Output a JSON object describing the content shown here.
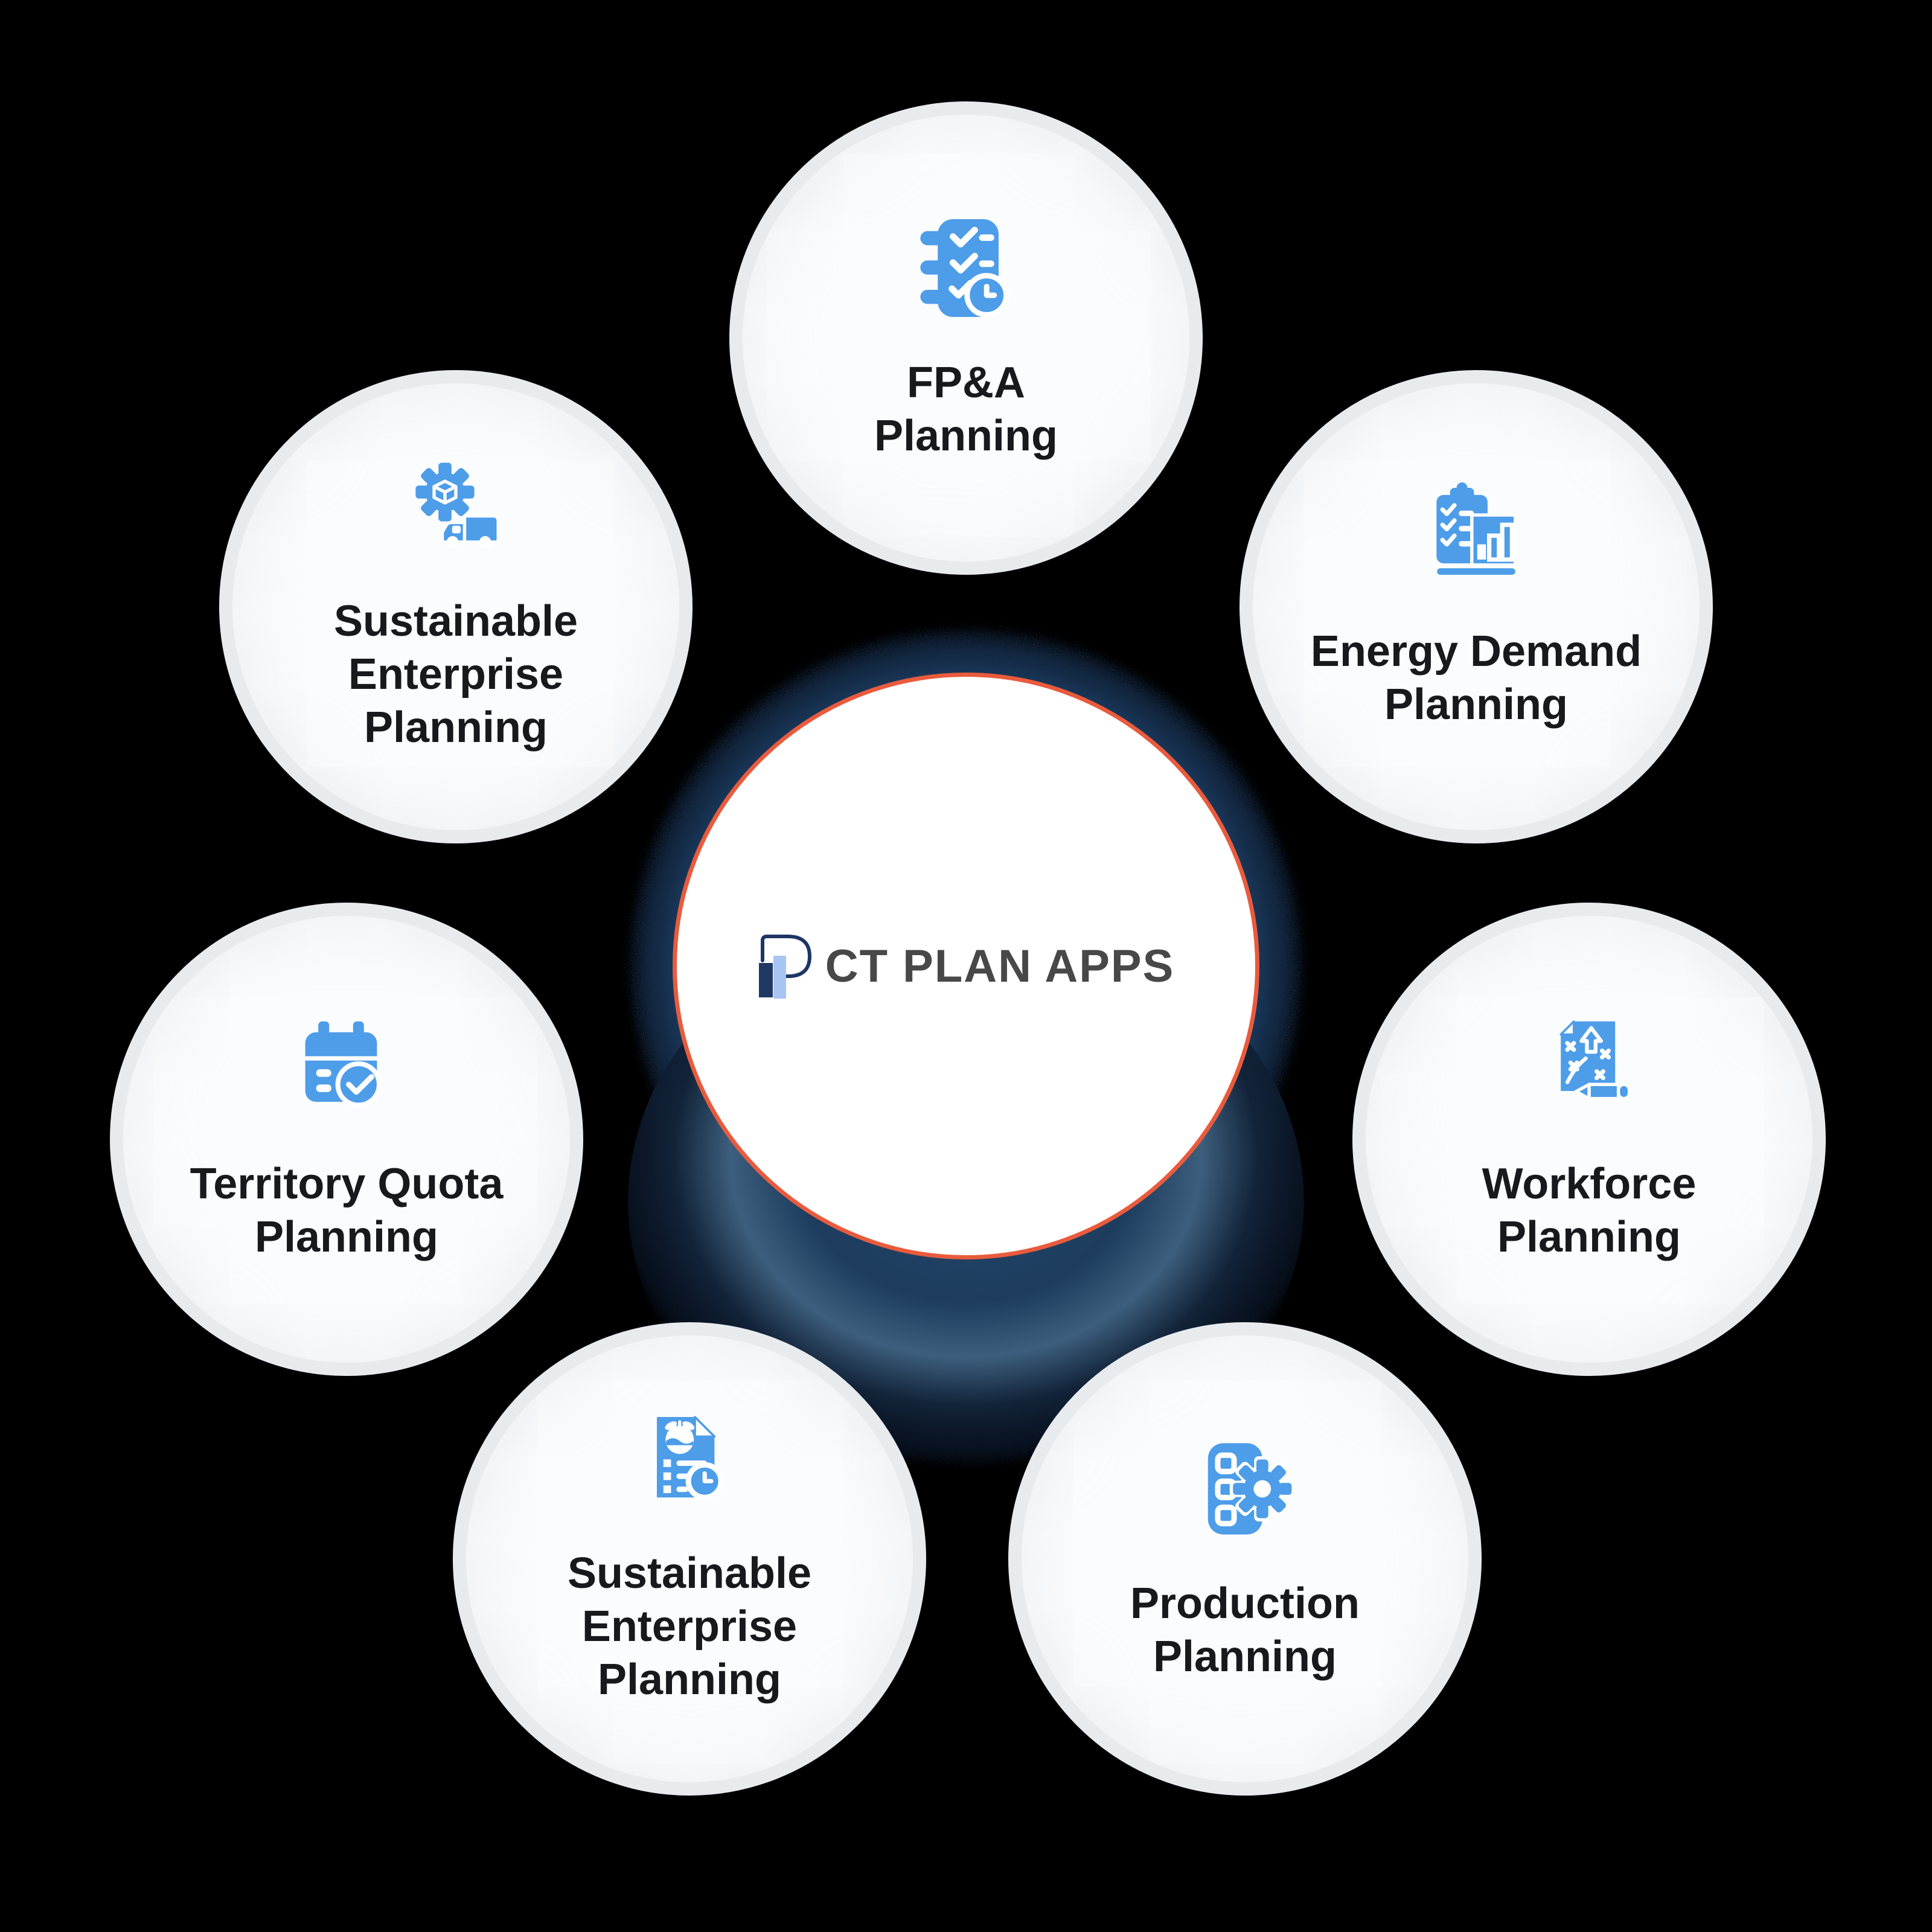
{
  "page": {
    "background": "#000000"
  },
  "center": {
    "brand": "CT PLAN APPS",
    "ring_color": "#E95B3D",
    "fill_color": "#FFFFFF",
    "glow_color": "#1D3C5E",
    "logo": {
      "outline_color": "#1D3665",
      "bar_dark": "#203864",
      "bar_light": "#A7C4F2",
      "text_color": "#484848"
    }
  },
  "style": {
    "icon_color": "#4D9DE9",
    "label_color": "#17191D",
    "node_ring_color": "#E8EBEE",
    "node_fill_color": "#FBFCFD"
  },
  "nodes": [
    {
      "id": "fpa-planning",
      "icon": "checklist-clock-icon",
      "lines": [
        "FP&A",
        "Planning"
      ]
    },
    {
      "id": "sustainable-enterprise-planning-top",
      "icon": "gear-truck-icon",
      "lines": [
        "Sustainable",
        "Enterprise",
        "Planning"
      ]
    },
    {
      "id": "energy-demand-planning",
      "icon": "clipboard-chart-icon",
      "lines": [
        "Energy Demand",
        "Planning"
      ]
    },
    {
      "id": "territory-quota-planning",
      "icon": "calendar-check-icon",
      "lines": [
        "Territory Quota",
        "Planning"
      ]
    },
    {
      "id": "workforce-planning",
      "icon": "strategy-map-icon",
      "lines": [
        "Workforce",
        "Planning"
      ]
    },
    {
      "id": "sustainable-enterprise-planning-bottom",
      "icon": "document-plant-clock-icon",
      "lines": [
        "Sustainable",
        "Enterprise",
        "Planning"
      ]
    },
    {
      "id": "production-planning",
      "icon": "list-gear-icon",
      "lines": [
        "Production",
        "Planning"
      ]
    }
  ]
}
